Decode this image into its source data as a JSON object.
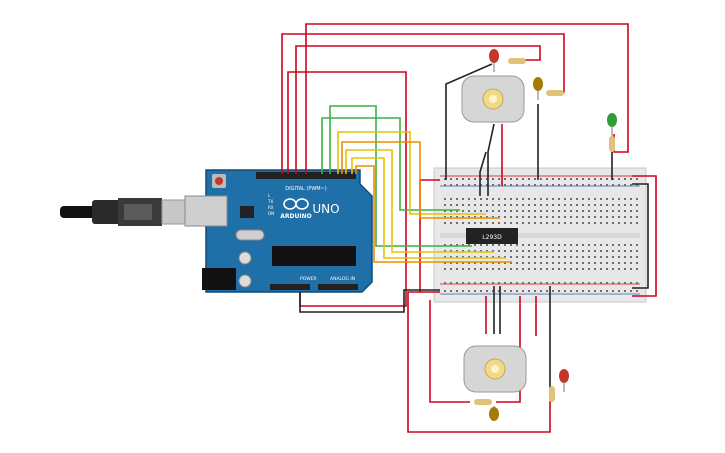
{
  "arduino": {
    "brand": "ARDUINO",
    "model": "UNO",
    "digital_header": "DIGITAL (PWM~)",
    "power_header": "POWER",
    "analog_header": "ANALOG IN",
    "tx_label": "TX",
    "rx_label": "RX",
    "l_label": "L",
    "on_label": "ON"
  },
  "chip": {
    "label": "L293D"
  },
  "colors": {
    "wire_red": "#d0021b",
    "wire_black": "#222222",
    "wire_green": "#3cb043",
    "wire_yellow": "#e6c200",
    "wire_orange": "#f08c00",
    "board_blue": "#1f6fa8",
    "breadboard": "#e8e8e8"
  },
  "icons": {
    "usb": "usb-cable-icon",
    "motor": "dc-motor-icon",
    "led": "led-icon",
    "resistor": "resistor-icon"
  }
}
